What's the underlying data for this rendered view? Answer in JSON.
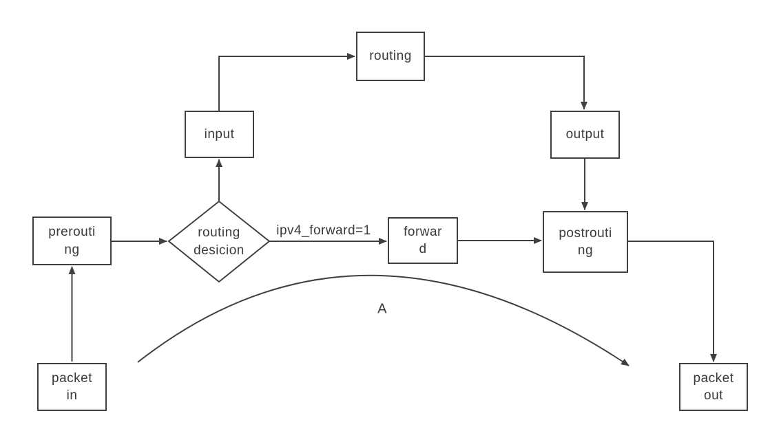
{
  "nodes": {
    "packet_in": {
      "label": "packet\nin"
    },
    "prerouting": {
      "label": "prerouti\nng"
    },
    "routing_decision": {
      "label": "routing\ndesicion"
    },
    "input": {
      "label": "input"
    },
    "routing": {
      "label": "routing"
    },
    "output": {
      "label": "output"
    },
    "forward": {
      "label": "forwar\nd"
    },
    "postrouting": {
      "label": "postrouti\nng"
    },
    "packet_out": {
      "label": "packet\nout"
    }
  },
  "edge_labels": {
    "forward_condition": "ipv4_forward=1",
    "curve_label": "A"
  },
  "colors": {
    "line": "#404040",
    "text": "#3a3a3a",
    "background": "#ffffff"
  }
}
